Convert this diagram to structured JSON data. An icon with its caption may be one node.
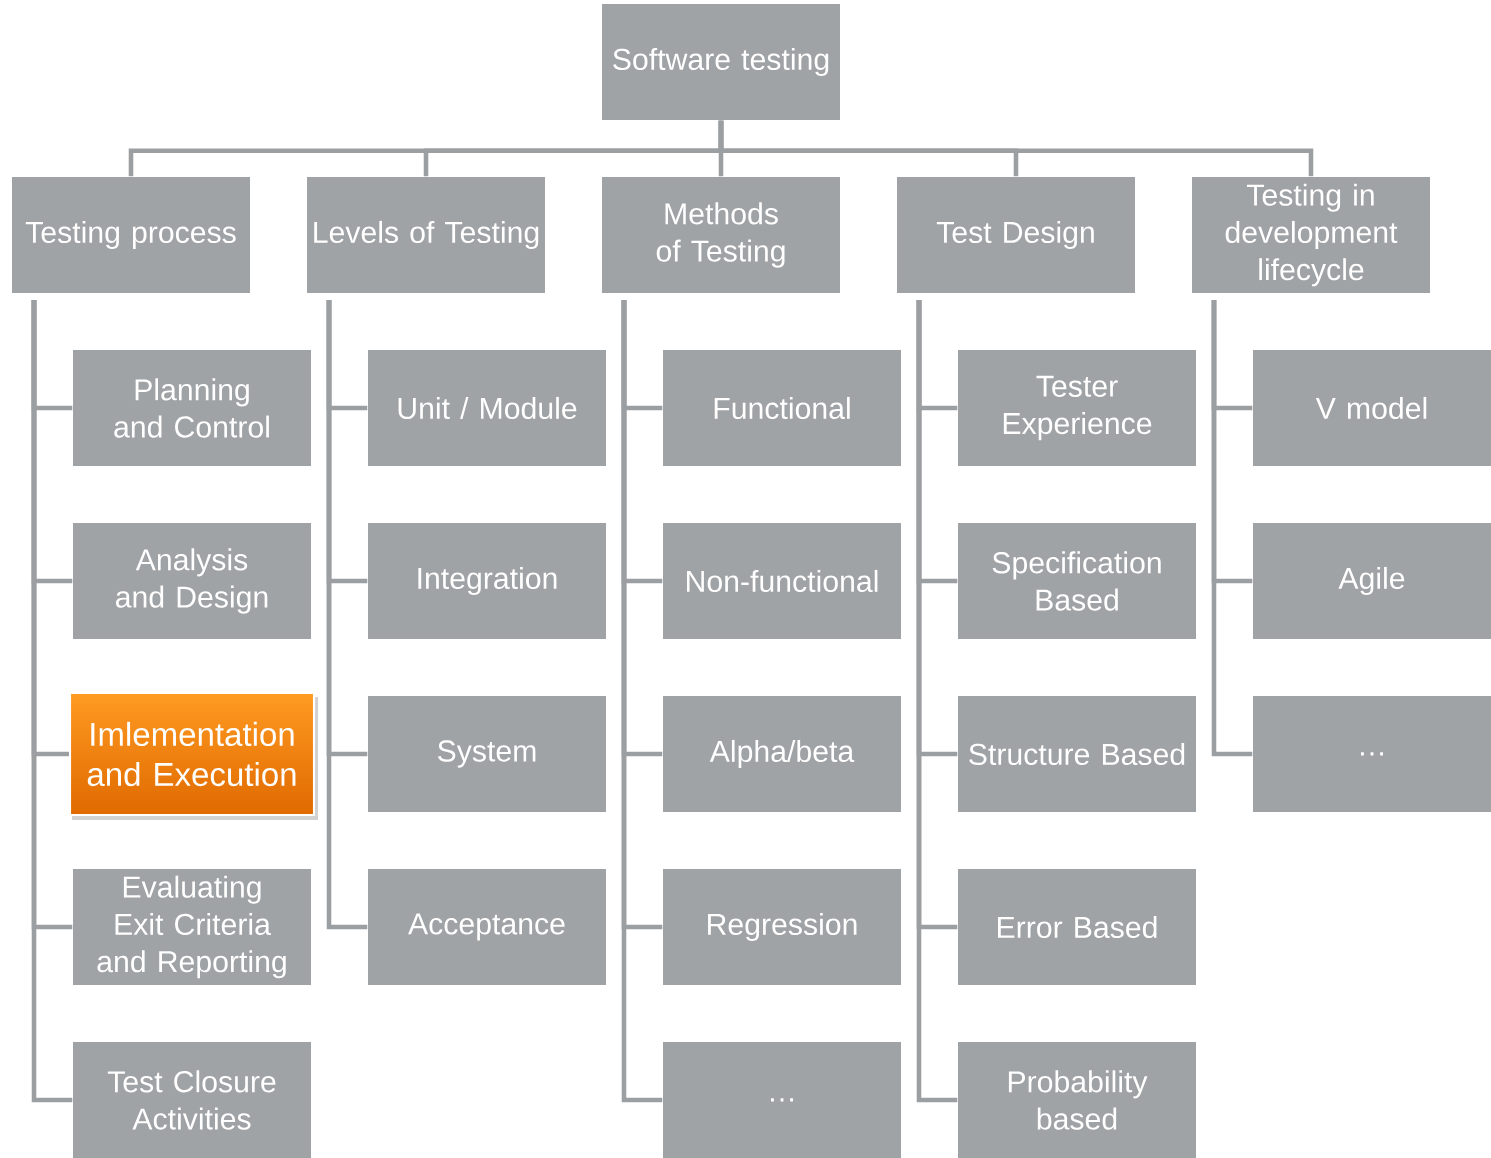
{
  "diagram": {
    "nodes": [
      {
        "text": [
          "Software testing"
        ]
      },
      {
        "text": [
          "Testing process"
        ]
      },
      {
        "text": [
          "Levels of Testing"
        ]
      },
      {
        "text": [
          "Methods of Testing"
        ]
      },
      {
        "text": [
          "Test Design"
        ]
      },
      {
        "text": [
          "Testing in development lifecycle"
        ]
      },
      {
        "text": [
          "Planning and Control"
        ]
      },
      {
        "text": [
          "Analysis and Design"
        ]
      },
      {
        "text": [
          "Imlementation and Execution"
        ]
      },
      {
        "text": [
          "Evaluating Exit Criteria and Reporting"
        ]
      },
      {
        "text": [
          "Test Closure Activities"
        ]
      },
      {
        "text": [
          "Unit / Module"
        ]
      },
      {
        "text": [
          "Integration"
        ]
      },
      {
        "text": [
          "System"
        ]
      },
      {
        "text": [
          "Acceptance"
        ]
      },
      {
        "text": [
          "Functional"
        ]
      },
      {
        "text": [
          "Non-functional"
        ]
      },
      {
        "text": [
          "Alpha/beta"
        ]
      },
      {
        "text": [
          "Regression"
        ]
      },
      {
        "text": [
          "…"
        ]
      },
      {
        "text": [
          "Tester Experience"
        ]
      },
      {
        "text": [
          "Specification Based"
        ]
      },
      {
        "text": [
          "Structure Based"
        ]
      },
      {
        "text": [
          "Error Based"
        ]
      },
      {
        "text": [
          "Probability based"
        ]
      },
      {
        "text": [
          "V model"
        ]
      },
      {
        "text": [
          "Agile"
        ]
      },
      {
        "text": [
          "…"
        ]
      }
    ],
    "edges": [
      {
        "from": 0,
        "to": 1,
        "arrow": "none"
      },
      {
        "from": 0,
        "to": 2,
        "arrow": "none"
      },
      {
        "from": 0,
        "to": 3,
        "arrow": "none"
      },
      {
        "from": 0,
        "to": 4,
        "arrow": "none"
      },
      {
        "from": 0,
        "to": 5,
        "arrow": "none"
      },
      {
        "from": 1,
        "to": 6,
        "arrow": "none"
      },
      {
        "from": 1,
        "to": 7,
        "arrow": "none"
      },
      {
        "from": 1,
        "to": 8,
        "arrow": "none"
      },
      {
        "from": 1,
        "to": 9,
        "arrow": "none"
      },
      {
        "from": 1,
        "to": 10,
        "arrow": "none"
      },
      {
        "from": 2,
        "to": 11,
        "arrow": "none"
      },
      {
        "from": 2,
        "to": 12,
        "arrow": "none"
      },
      {
        "from": 2,
        "to": 13,
        "arrow": "none"
      },
      {
        "from": 2,
        "to": 14,
        "arrow": "none"
      },
      {
        "from": 3,
        "to": 15,
        "arrow": "none"
      },
      {
        "from": 3,
        "to": 16,
        "arrow": "none"
      },
      {
        "from": 3,
        "to": 17,
        "arrow": "none"
      },
      {
        "from": 3,
        "to": 18,
        "arrow": "none"
      },
      {
        "from": 3,
        "to": 19,
        "arrow": "none"
      },
      {
        "from": 4,
        "to": 20,
        "arrow": "none"
      },
      {
        "from": 4,
        "to": 21,
        "arrow": "none"
      },
      {
        "from": 4,
        "to": 22,
        "arrow": "none"
      },
      {
        "from": 4,
        "to": 23,
        "arrow": "none"
      },
      {
        "from": 4,
        "to": 24,
        "arrow": "none"
      },
      {
        "from": 5,
        "to": 25,
        "arrow": "none"
      },
      {
        "from": 5,
        "to": 26,
        "arrow": "none"
      },
      {
        "from": 5,
        "to": 27,
        "arrow": "none"
      }
    ]
  }
}
